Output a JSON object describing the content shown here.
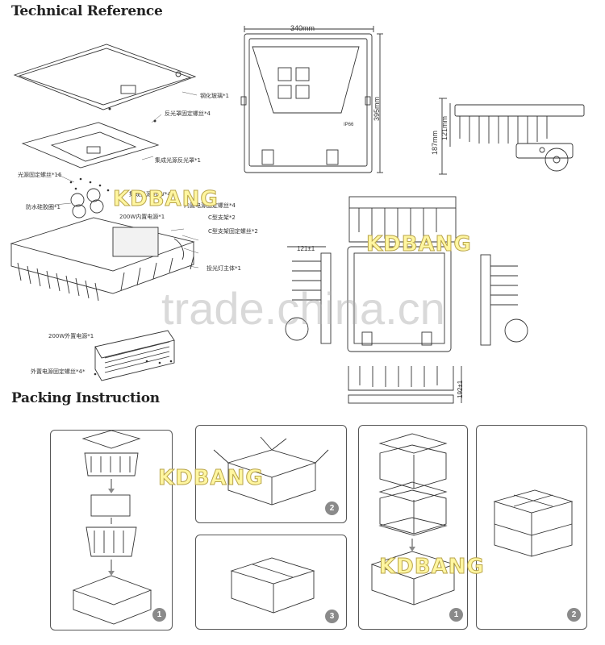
{
  "headings": {
    "technical": "Technical Reference",
    "packing": "Packing Instruction"
  },
  "exploded_labels": {
    "tempered_glass": "钢化玻璃*1",
    "reflector_screw": "反光罩固定螺丝*4",
    "reflector": "集成光源反光罩*1",
    "light_source_screw": "光源固定螺丝*16",
    "integrated_light": "集成光源50W*4",
    "gasket": "防水硅胶圈*1",
    "driver_200w": "200W内置电源*1",
    "driver_screw": "内置电源固定螺丝*4",
    "bracket": "C型支架*2",
    "bracket_screw": "C型支架固定螺丝*2",
    "housing": "投光灯主体*1",
    "external_driver": "200W外置电源*1",
    "external_driver_screw": "外置电源固定螺丝*4*"
  },
  "dimensions": {
    "width": "340mm",
    "height": "395mm",
    "depth_a": "187mm",
    "depth_b": "121mm",
    "side_top": "121±1",
    "side_right": "192±1",
    "ip_mark": "IP66"
  },
  "watermarks": {
    "brand": "KDBANG",
    "site": "trade.china.cn"
  },
  "steps": {
    "p1": "1",
    "p2": "2",
    "p3": "3",
    "p4": "1",
    "p5": "2"
  },
  "colors": {
    "line": "#333333",
    "badge": "#8a8a8a",
    "brand_fill": "#fff6a0"
  }
}
